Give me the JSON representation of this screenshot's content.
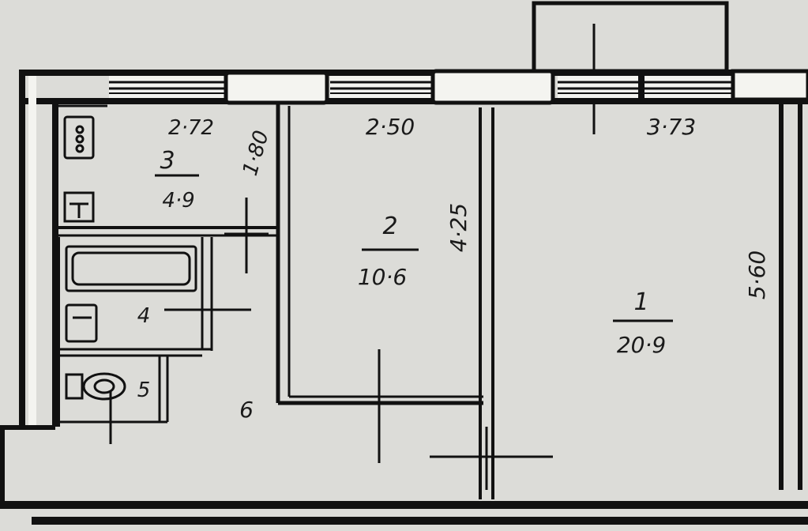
{
  "rooms": [
    {
      "id": "room-1",
      "number": "1",
      "area": "20·9"
    },
    {
      "id": "room-2",
      "number": "2",
      "area": "10·6"
    },
    {
      "id": "room-3",
      "number": "3",
      "area": "4·9"
    },
    {
      "id": "room-4",
      "number": "4"
    },
    {
      "id": "room-5",
      "number": "5"
    },
    {
      "id": "room-6",
      "number": "6"
    }
  ],
  "dimensions": {
    "kitchen_width": "2·72",
    "kitchen_depth": "1·80",
    "room2_width": "2·50",
    "room2_depth": "4·25",
    "room1_width": "3·73",
    "room1_depth": "5·60"
  },
  "colors": {
    "paper": "#dcdcd8",
    "ink": "#111111",
    "wall_fill": "#f4f4f0"
  }
}
